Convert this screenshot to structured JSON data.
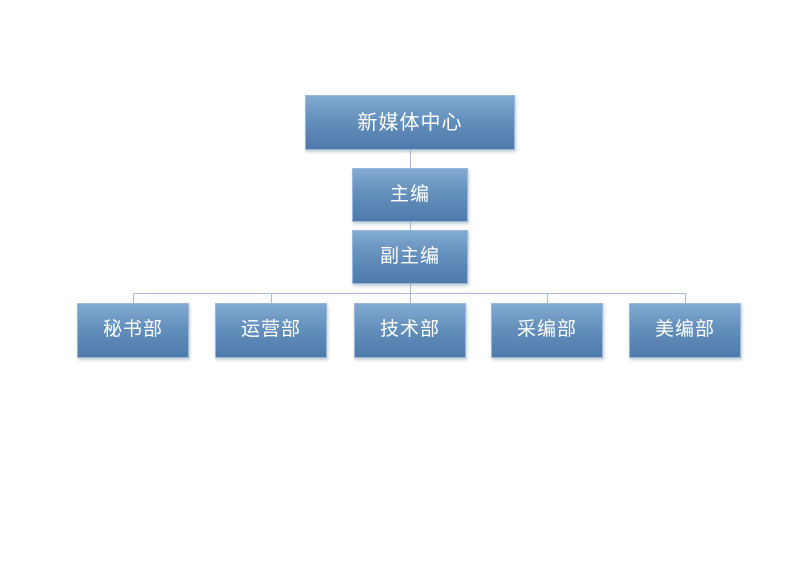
{
  "diagram": {
    "type": "org-chart",
    "root": {
      "label": "新媒体中心"
    },
    "level2": {
      "label": "主编"
    },
    "level3": {
      "label": "副主编"
    },
    "departments": [
      {
        "label": "秘书部"
      },
      {
        "label": "运营部"
      },
      {
        "label": "技术部"
      },
      {
        "label": "采编部"
      },
      {
        "label": "美编部"
      }
    ],
    "colors": {
      "box_gradient_top": "#83aad2",
      "box_gradient_bottom": "#4e79ab",
      "box_border": "#9db7d8",
      "connector": "#a6bedb",
      "text": "#ffffff",
      "background": "#ffffff"
    }
  }
}
